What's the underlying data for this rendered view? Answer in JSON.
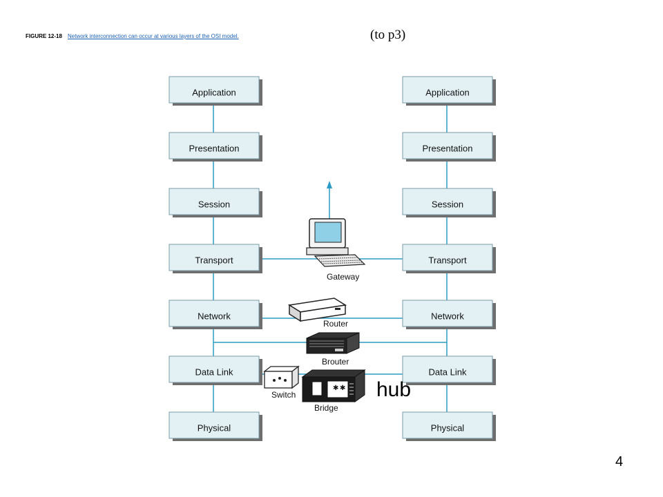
{
  "header": {
    "figure_label": "FIGURE 12-18",
    "caption": "Network interconnection can occur at various layers of the OSI model.",
    "note": "(to p3)"
  },
  "layers_left": [
    "Application",
    "Presentation",
    "Session",
    "Transport",
    "Network",
    "Data Link",
    "Physical"
  ],
  "layers_right": [
    "Application",
    "Presentation",
    "Session",
    "Transport",
    "Network",
    "Data Link",
    "Physical"
  ],
  "devices": {
    "gateway": "Gateway",
    "router": "Router",
    "brouter": "Brouter",
    "switch": "Switch",
    "bridge": "Bridge"
  },
  "annotation": "hub",
  "page_number": "4",
  "colors": {
    "box_fill": "#e3f1f5",
    "box_shadow": "#6e6e6e",
    "connector": "#2a9bc6",
    "caption_link": "#1a5fb4"
  }
}
